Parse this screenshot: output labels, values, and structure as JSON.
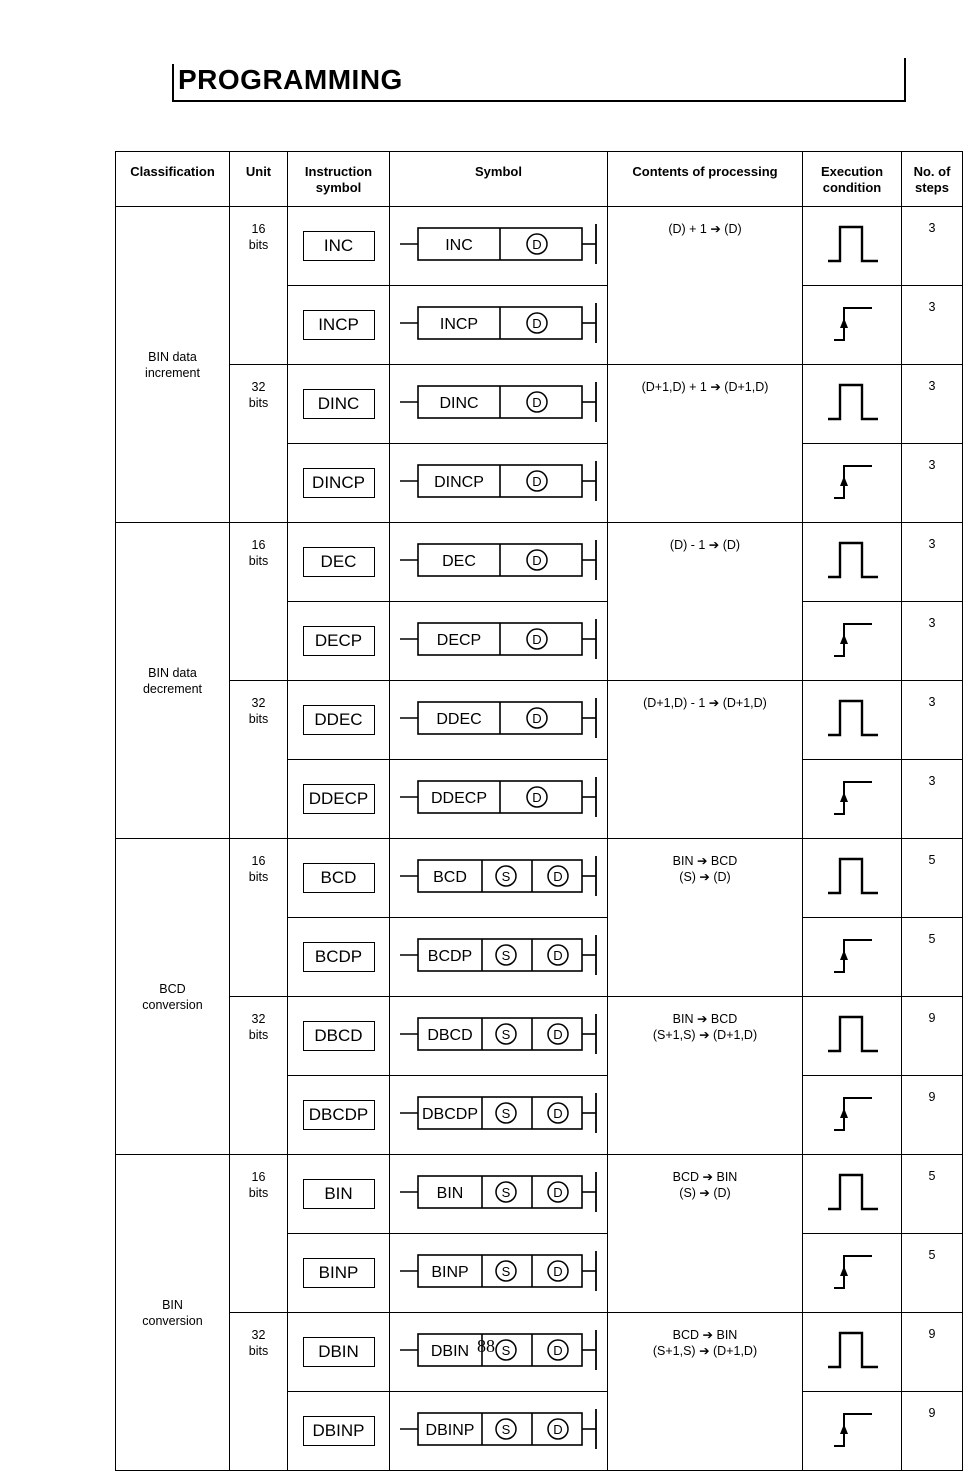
{
  "page": {
    "title": "PROGRAMMING",
    "page_number": "88"
  },
  "table": {
    "headers": {
      "classification": "Classification",
      "unit": "Unit",
      "instruction": "Instruction symbol",
      "symbol": "Symbol",
      "contents": "Contents of processing",
      "execution": "Execution condition",
      "steps": "No. of steps"
    },
    "groups": [
      {
        "classification": "BIN data increment",
        "units": [
          {
            "unit": "16 bits",
            "contents": "(D) + 1 ➔ (D)",
            "rows": [
              {
                "instruction": "INC",
                "symbol_label": "INC",
                "operands": [
                  "D"
                ],
                "exec": "pulse",
                "steps": "3"
              },
              {
                "instruction": "INCP",
                "symbol_label": "INCP",
                "operands": [
                  "D"
                ],
                "exec": "rising",
                "steps": "3"
              }
            ]
          },
          {
            "unit": "32 bits",
            "contents": "(D+1,D) + 1 ➔ (D+1,D)",
            "rows": [
              {
                "instruction": "DINC",
                "symbol_label": "DINC",
                "operands": [
                  "D"
                ],
                "exec": "pulse",
                "steps": "3"
              },
              {
                "instruction": "DINCP",
                "symbol_label": "DINCP",
                "operands": [
                  "D"
                ],
                "exec": "rising",
                "steps": "3"
              }
            ]
          }
        ]
      },
      {
        "classification": "BIN data decrement",
        "units": [
          {
            "unit": "16 bits",
            "contents": "(D) - 1 ➔ (D)",
            "rows": [
              {
                "instruction": "DEC",
                "symbol_label": "DEC",
                "operands": [
                  "D"
                ],
                "exec": "pulse",
                "steps": "3"
              },
              {
                "instruction": "DECP",
                "symbol_label": "DECP",
                "operands": [
                  "D"
                ],
                "exec": "rising",
                "steps": "3"
              }
            ]
          },
          {
            "unit": "32 bits",
            "contents": "(D+1,D) - 1 ➔ (D+1,D)",
            "rows": [
              {
                "instruction": "DDEC",
                "symbol_label": "DDEC",
                "operands": [
                  "D"
                ],
                "exec": "pulse",
                "steps": "3"
              },
              {
                "instruction": "DDECP",
                "symbol_label": "DDECP",
                "operands": [
                  "D"
                ],
                "exec": "rising",
                "steps": "3"
              }
            ]
          }
        ]
      },
      {
        "classification": "BCD conversion",
        "units": [
          {
            "unit": "16 bits",
            "contents": "BIN ➔ BCD\n(S) ➔ (D)",
            "rows": [
              {
                "instruction": "BCD",
                "symbol_label": "BCD",
                "operands": [
                  "S",
                  "D"
                ],
                "exec": "pulse",
                "steps": "5"
              },
              {
                "instruction": "BCDP",
                "symbol_label": "BCDP",
                "operands": [
                  "S",
                  "D"
                ],
                "exec": "rising",
                "steps": "5"
              }
            ]
          },
          {
            "unit": "32 bits",
            "contents": "BIN ➔ BCD\n(S+1,S) ➔ (D+1,D)",
            "rows": [
              {
                "instruction": "DBCD",
                "symbol_label": "DBCD",
                "operands": [
                  "S",
                  "D"
                ],
                "exec": "pulse",
                "steps": "9"
              },
              {
                "instruction": "DBCDP",
                "symbol_label": "DBCDP",
                "operands": [
                  "S",
                  "D"
                ],
                "exec": "rising",
                "steps": "9"
              }
            ]
          }
        ]
      },
      {
        "classification": "BIN conversion",
        "units": [
          {
            "unit": "16 bits",
            "contents": "BCD ➔ BIN\n(S) ➔ (D)",
            "rows": [
              {
                "instruction": "BIN",
                "symbol_label": "BIN",
                "operands": [
                  "S",
                  "D"
                ],
                "exec": "pulse",
                "steps": "5"
              },
              {
                "instruction": "BINP",
                "symbol_label": "BINP",
                "operands": [
                  "S",
                  "D"
                ],
                "exec": "rising",
                "steps": "5"
              }
            ]
          },
          {
            "unit": "32 bits",
            "contents": "BCD ➔ BIN\n(S+1,S) ➔ (D+1,D)",
            "rows": [
              {
                "instruction": "DBIN",
                "symbol_label": "DBIN",
                "operands": [
                  "S",
                  "D"
                ],
                "exec": "pulse",
                "steps": "9"
              },
              {
                "instruction": "DBINP",
                "symbol_label": "DBINP",
                "operands": [
                  "S",
                  "D"
                ],
                "exec": "rising",
                "steps": "9"
              }
            ]
          }
        ]
      }
    ]
  }
}
